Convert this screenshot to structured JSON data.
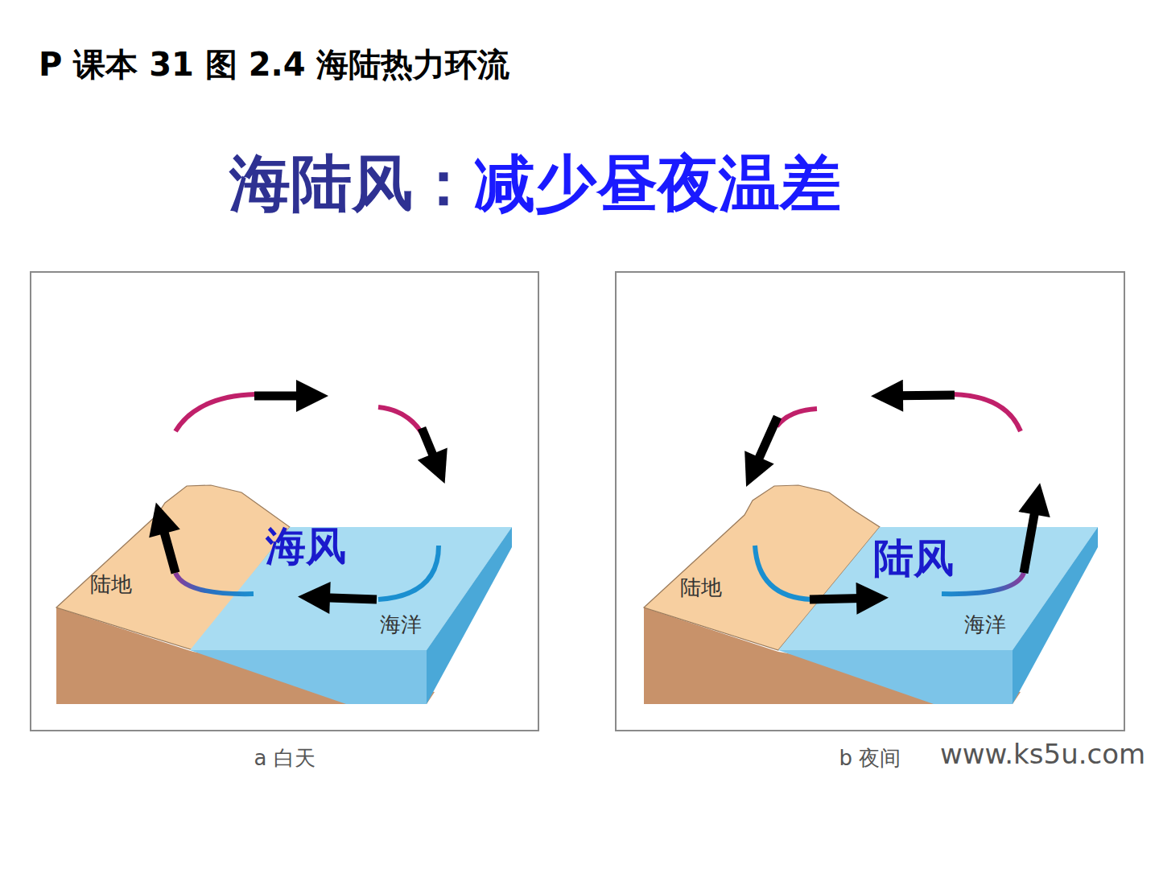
{
  "diagram": {
    "title": "P 课本 31 图 2.4 海陆热力环流",
    "nodes": [
      {
        "text": [
          "a 白天"
        ]
      },
      {
        "text": [
          "b 夜间"
        ]
      }
    ],
    "labels": [
      "海陆风：",
      "减少昼夜温差",
      "陆地",
      "海洋",
      "海风",
      "陆地",
      "海洋",
      "陆风",
      "www.ks5u.com"
    ]
  }
}
